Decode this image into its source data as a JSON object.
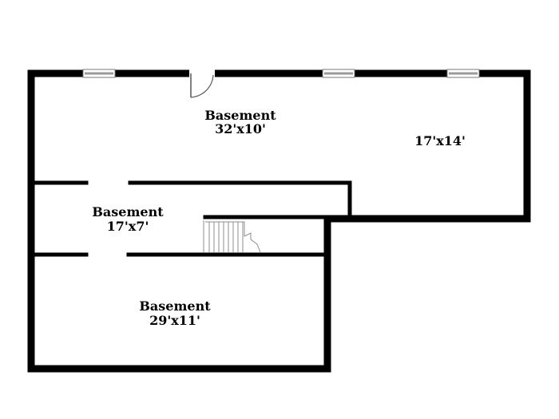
{
  "floorplan": {
    "rooms": [
      {
        "id": "basement-upper",
        "name": "Basement",
        "dimensions": "32'x10'"
      },
      {
        "id": "basement-upper-east",
        "name": "",
        "dimensions": "17'x14'"
      },
      {
        "id": "basement-middle",
        "name": "Basement",
        "dimensions": "17'x7'"
      },
      {
        "id": "basement-lower",
        "name": "Basement",
        "dimensions": "29'x11'"
      }
    ],
    "features": [
      "window",
      "door",
      "window",
      "window",
      "stairs"
    ],
    "colors": {
      "wall": "#000000",
      "background": "#ffffff",
      "window": "#d9d9d9",
      "stairs": "#8c8c8c"
    }
  }
}
